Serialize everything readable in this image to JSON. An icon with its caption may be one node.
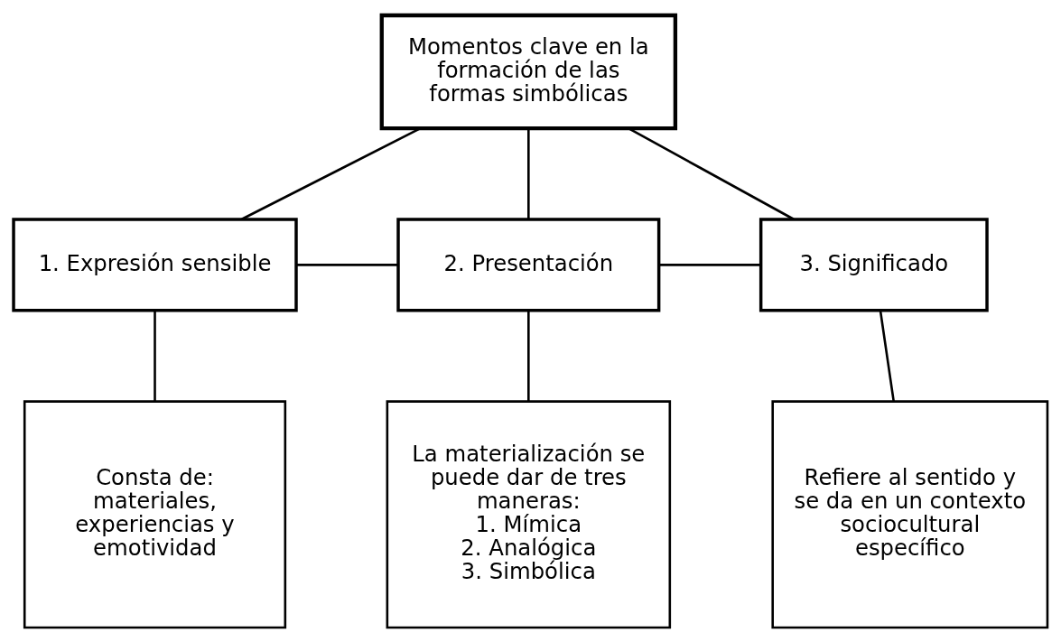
{
  "diagram": {
    "nodes": [
      {
        "text": [
          "Momentos clave en la formación de las formas simbólicas"
        ]
      },
      {
        "text": [
          "1. Expresión sensible"
        ]
      },
      {
        "text": [
          "2. Presentación"
        ]
      },
      {
        "text": [
          "3. Significado"
        ]
      },
      {
        "text": [
          "Consta de: materiales, experiencias y emotividad"
        ]
      },
      {
        "text": [
          "La materialización se puede dar de tres maneras:",
          "1. Mímica",
          "2. Analógica",
          "3. Simbólica"
        ]
      },
      {
        "text": [
          "Refiere al sentido y se da en un contexto sociocultural específico"
        ]
      }
    ],
    "edges": [
      {
        "from": 0,
        "to": 1,
        "arrow": "none"
      },
      {
        "from": 0,
        "to": 2,
        "arrow": "none"
      },
      {
        "from": 0,
        "to": 3,
        "arrow": "none"
      },
      {
        "from": 1,
        "to": 2,
        "arrow": "none"
      },
      {
        "from": 2,
        "to": 3,
        "arrow": "none"
      },
      {
        "from": 1,
        "to": 4,
        "arrow": "none"
      },
      {
        "from": 2,
        "to": 5,
        "arrow": "none"
      },
      {
        "from": 3,
        "to": 6,
        "arrow": "none"
      }
    ]
  }
}
